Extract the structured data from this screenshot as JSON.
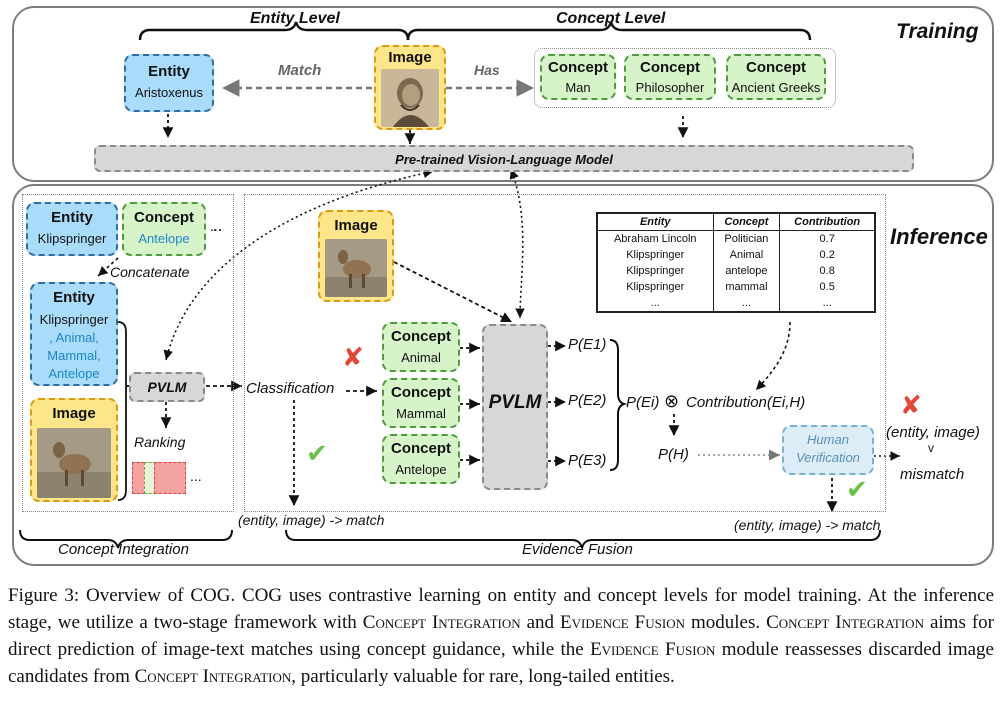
{
  "training": {
    "title": "Training",
    "entity_level": "Entity Level",
    "concept_level": "Concept Level",
    "entity_box": {
      "title": "Entity",
      "value": "Aristoxenus"
    },
    "image_label": "Image",
    "match_label": "Match",
    "has_label": "Has",
    "concepts": [
      {
        "title": "Concept",
        "value": "Man"
      },
      {
        "title": "Concept",
        "value": "Philosopher"
      },
      {
        "title": "Concept",
        "value": "Ancient Greeks"
      }
    ],
    "pvlm_bar": "Pre-trained Vision-Language Model"
  },
  "inference": {
    "title": "Inference",
    "entity_box": {
      "title": "Entity",
      "value": "Klipspringer"
    },
    "concept_box": {
      "title": "Concept",
      "value": "Antelope"
    },
    "ellipsis": "...",
    "concatenate": "Concatenate",
    "entity_concat": {
      "title": "Entity",
      "line1": "Klipspringer",
      "line2": ", Animal,",
      "line3": "Mammal,",
      "line4": "Antelope"
    },
    "image_label": "Image",
    "pvlm_small": "PVLM",
    "ranking": "Ranking",
    "ranking_ellipsis": "...",
    "classification": "Classification",
    "left_match": "(entity, image) -> match",
    "image2_label": "Image",
    "concepts": [
      {
        "title": "Concept",
        "value": "Animal"
      },
      {
        "title": "Concept",
        "value": "Mammal"
      },
      {
        "title": "Concept",
        "value": "Antelope"
      }
    ],
    "pvlm_big": "PVLM",
    "probs": [
      "P(E1)",
      "P(E2)",
      "P(E3)"
    ],
    "p_ei": "P(Ei)",
    "otimes": "⊗",
    "contribution": "Contribution(Ei,H)",
    "p_h": "P(H)",
    "human_verification": [
      "Human",
      "Verification"
    ],
    "mismatch_pair": "(entity, image)",
    "mismatch_arrow": "v",
    "mismatch": "mismatch",
    "right_match": "(entity, image) -> match",
    "concept_integration": "Concept Integration",
    "evidence_fusion": "Evidence Fusion",
    "table": {
      "headers": [
        "Entity",
        "Concept",
        "Contribution"
      ],
      "rows": [
        [
          "Abraham Lincoln",
          "Politician",
          "0.7"
        ],
        [
          "Klipspringer",
          "Animal",
          "0.2"
        ],
        [
          "Klipspringer",
          "antelope",
          "0.8"
        ],
        [
          "Klipspringer",
          "mammal",
          "0.5"
        ],
        [
          "...",
          "...",
          "..."
        ]
      ]
    }
  },
  "caption": {
    "lead": "Figure 3: Overview of COG. COG uses contrastive learning on entity and concept levels for model training. At the inference stage, we utilize a two-stage framework with ",
    "ci1": "Concept Integration",
    "and": " and ",
    "ef1": "Evidence Fusion",
    "mid1": " modules. ",
    "ci2": "Concept Integration",
    "mid2": " aims for direct prediction of image-text matches using concept guidance, while the ",
    "ef2": "Evidence Fusion",
    "mid3": " module reassesses discarded image candidates from ",
    "ci3": "Concept Integration",
    "tail": ", particularly valuable for rare, long-tailed entities."
  },
  "colors": {
    "entity_fill": "#a9dcfb",
    "concept_fill": "#d6f3c9",
    "image_fill": "#fde68a",
    "pvlm_fill": "#d7d7d7",
    "check": "#6cc04a",
    "cross": "#e3473a",
    "concept_text": "#1c86c9"
  }
}
